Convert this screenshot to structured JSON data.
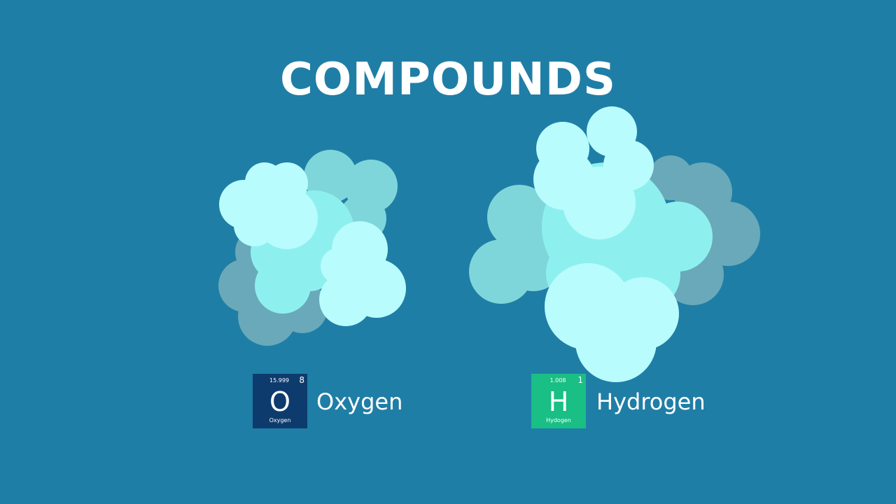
{
  "title": "COMPOUNDS",
  "background_color": "#1f7ea6",
  "elements": [
    {
      "symbol": "O",
      "name": "Oxygen",
      "atomic_mass": "15.999",
      "atomic_number": "8",
      "tile_name": "Oxygen",
      "color": "#0e3b6d"
    },
    {
      "symbol": "H",
      "name": "Hydrogen",
      "atomic_mass": "1.008",
      "atomic_number": "1",
      "tile_name": "Hydogen",
      "color": "#19bf85"
    }
  ],
  "cloud_colors": {
    "shadow": "#6aa9b9",
    "mid": "#7fd6da",
    "core": "#8ef0ee",
    "light": "#b9fcfd"
  }
}
